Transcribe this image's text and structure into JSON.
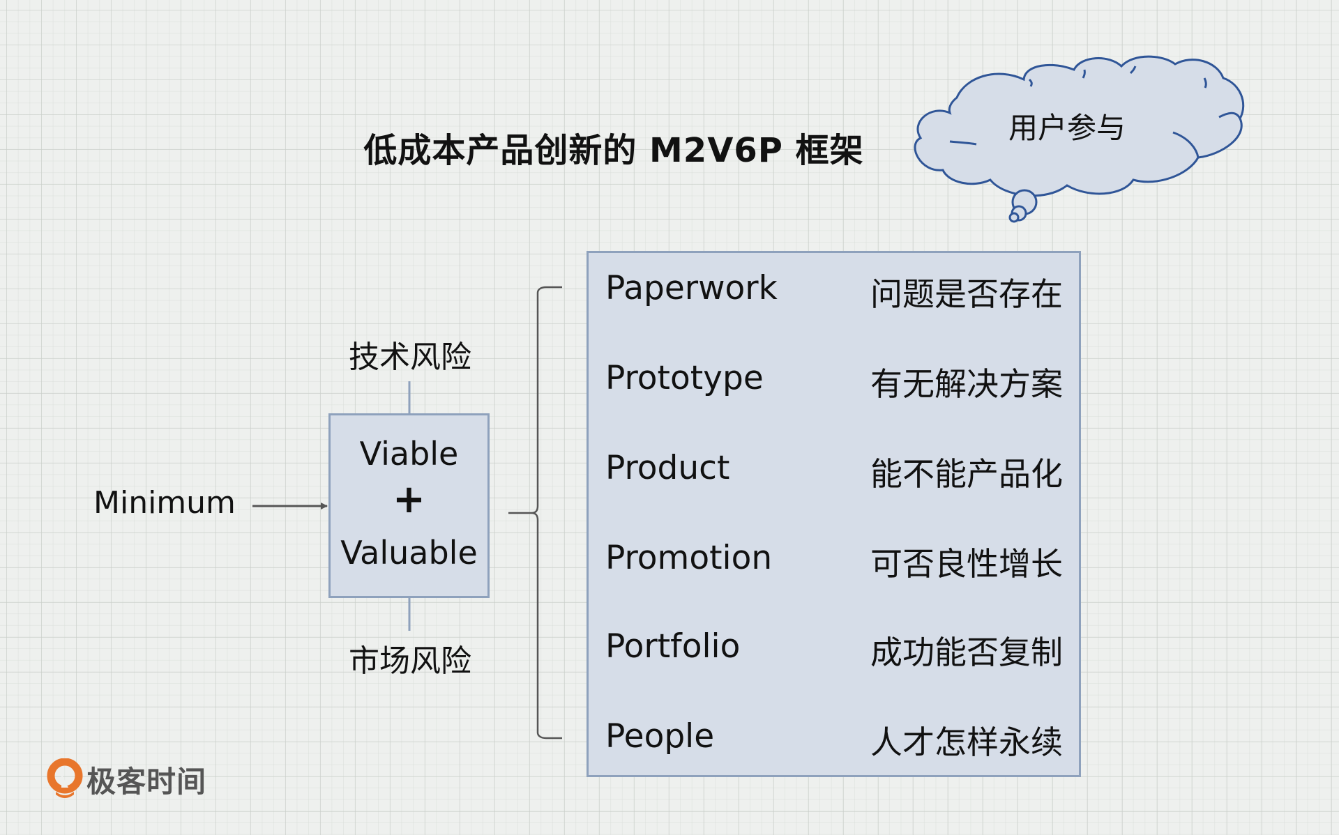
{
  "title": "低成本产品创新的 M2V6P 框架",
  "cloud": {
    "label": "用户参与",
    "stroke": "#2f5597",
    "fill": "#d6dde8"
  },
  "left": {
    "minimum": "Minimum",
    "tech_risk": "技术风险",
    "market_risk": "市场风险",
    "box": {
      "top": "Viable",
      "plus": "+",
      "bottom": "Valuable"
    }
  },
  "framework": {
    "rows": [
      {
        "en": "Paperwork",
        "cn": "问题是否存在"
      },
      {
        "en": "Prototype",
        "cn": "有无解决方案"
      },
      {
        "en": "Product",
        "cn": "能不能产品化"
      },
      {
        "en": "Promotion",
        "cn": "可否良性增长"
      },
      {
        "en": "Portfolio",
        "cn": "成功能否复制"
      },
      {
        "en": "People",
        "cn": "人才怎样永续"
      }
    ]
  },
  "logo": {
    "text": "极客时间",
    "icon": "geektime-logo-icon",
    "color": "#e8762c"
  },
  "colors": {
    "box_fill": "#d6dde8",
    "box_border": "#8ea1bc",
    "flow_arrow": "#8ea1bc",
    "link_arrow": "#555555",
    "background": "#eef0ee"
  }
}
